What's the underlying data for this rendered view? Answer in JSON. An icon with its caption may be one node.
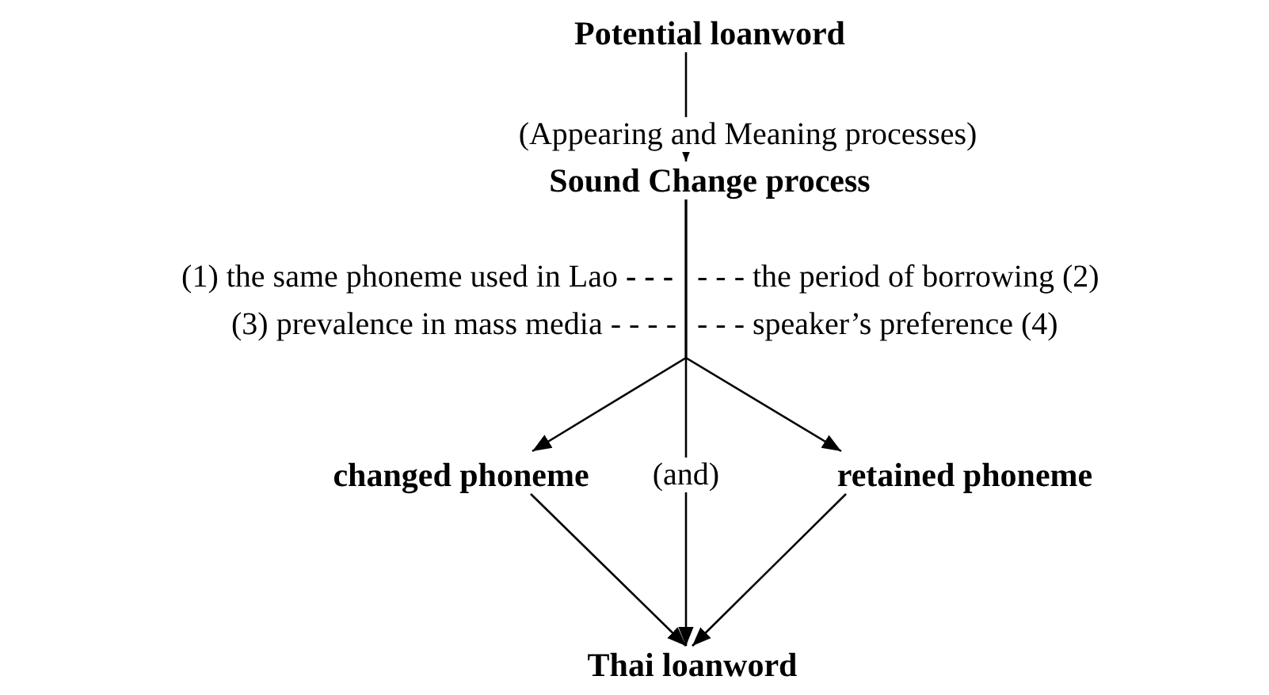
{
  "diagram": {
    "nodes": [
      {
        "text": [
          "Potential loanword"
        ]
      },
      {
        "text": [
          "Sound Change process"
        ]
      },
      {
        "text": [
          "changed phoneme"
        ]
      },
      {
        "text": [
          "retained phoneme"
        ]
      },
      {
        "text": [
          "Thai loanword"
        ]
      }
    ],
    "edges": [
      {
        "from": 0,
        "to": 1,
        "arrow": "to",
        "label": "(Appearing and Meaning processes)"
      },
      {
        "from": 1,
        "to": 2,
        "arrow": "to"
      },
      {
        "from": 1,
        "to": 3,
        "arrow": "to"
      },
      {
        "from": 1,
        "to": 4,
        "arrow": "to",
        "label": "(and)"
      },
      {
        "from": 2,
        "to": 4,
        "arrow": "to"
      },
      {
        "from": 3,
        "to": 4,
        "arrow": "to"
      }
    ],
    "labels": [
      "(1) the same phoneme used in Lao **- - -**",
      "- - - the period of borrowing (2)",
      "(3) prevalence in mass media  - - - -",
      "- - - speaker’s preference (4)"
    ]
  }
}
